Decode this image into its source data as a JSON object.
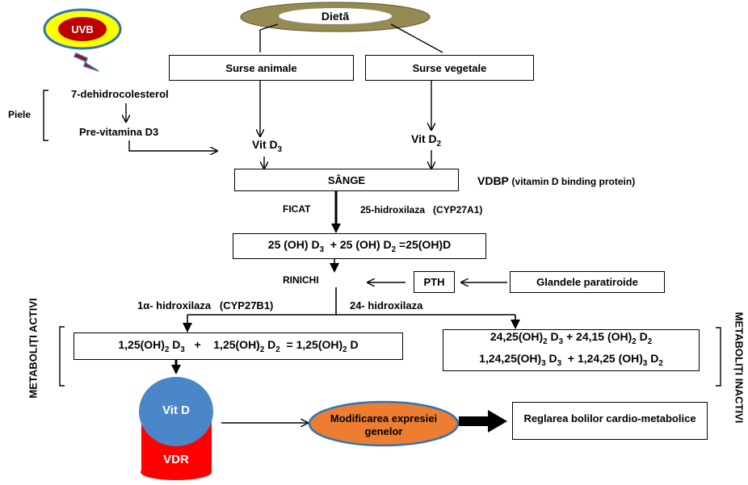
{
  "diet": {
    "label": "Dietă"
  },
  "uvb": {
    "label": "UVB",
    "outer_color": "#2e75b6",
    "inner_color": "#ffff00",
    "ring_color": "#c00000"
  },
  "sources": {
    "animal": "Surse animale",
    "plant": "Surse vegetale"
  },
  "skin": {
    "label": "Piele",
    "precursor": "7-dehidrocolesterol",
    "previtamin": "Pre-vitamina D3"
  },
  "vit_d3": {
    "base": "Vit D",
    "sub": "3"
  },
  "vit_d2": {
    "base": "Vit D",
    "sub": "2"
  },
  "blood": {
    "label": "SÂNGE"
  },
  "vdbp": {
    "abbr": "VDBP",
    "full": "(vitamin D binding protein)"
  },
  "liver": {
    "label": "FICAT",
    "enzyme": "25-hidroxilaza   (CYP27A1)"
  },
  "calcidiol": {
    "parts": [
      "25 (OH) D",
      "3",
      "  + 25 (OH) D",
      "2",
      " =25(OH)D"
    ]
  },
  "kidney": {
    "label": "RINICHI"
  },
  "pth": {
    "label": "PTH"
  },
  "parathyroid": {
    "label": "Glandele paratiroide"
  },
  "enzyme_1a": {
    "label": "1α- hidroxilaza   (CYP27B1)"
  },
  "enzyme_24": {
    "label": "24- hidroxilaza"
  },
  "active_side": {
    "label": "METABOLIȚI ACTIVI"
  },
  "inactive_side": {
    "label": "METABOLIȚI INACTIVI"
  },
  "active": {
    "parts": [
      "1,25(OH)",
      "2",
      " D",
      "3",
      "   +    1,25(OH)",
      "2",
      " D",
      "2",
      "  = 1,25(OH)",
      "2",
      " D"
    ]
  },
  "inactive": {
    "line1": [
      "24,25(OH)",
      "2",
      " D",
      "3",
      " + 24,15 (OH)",
      "2",
      " D",
      "2"
    ],
    "line2": [
      "1,24,25(OH)",
      "3",
      " D",
      "3",
      "  + 1,24,25 (OH)",
      "3",
      " D",
      "2"
    ]
  },
  "receptor": {
    "vitd": "Vit D",
    "vdr": "VDR",
    "vitd_color": "#4a86c8",
    "vdr_color": "#ff0000"
  },
  "gene": {
    "line1": "Modificarea expresiei",
    "line2": "genelor",
    "color": "#ed7d31"
  },
  "outcome": {
    "label": "Reglarea bolilor cardio-metabolice"
  }
}
